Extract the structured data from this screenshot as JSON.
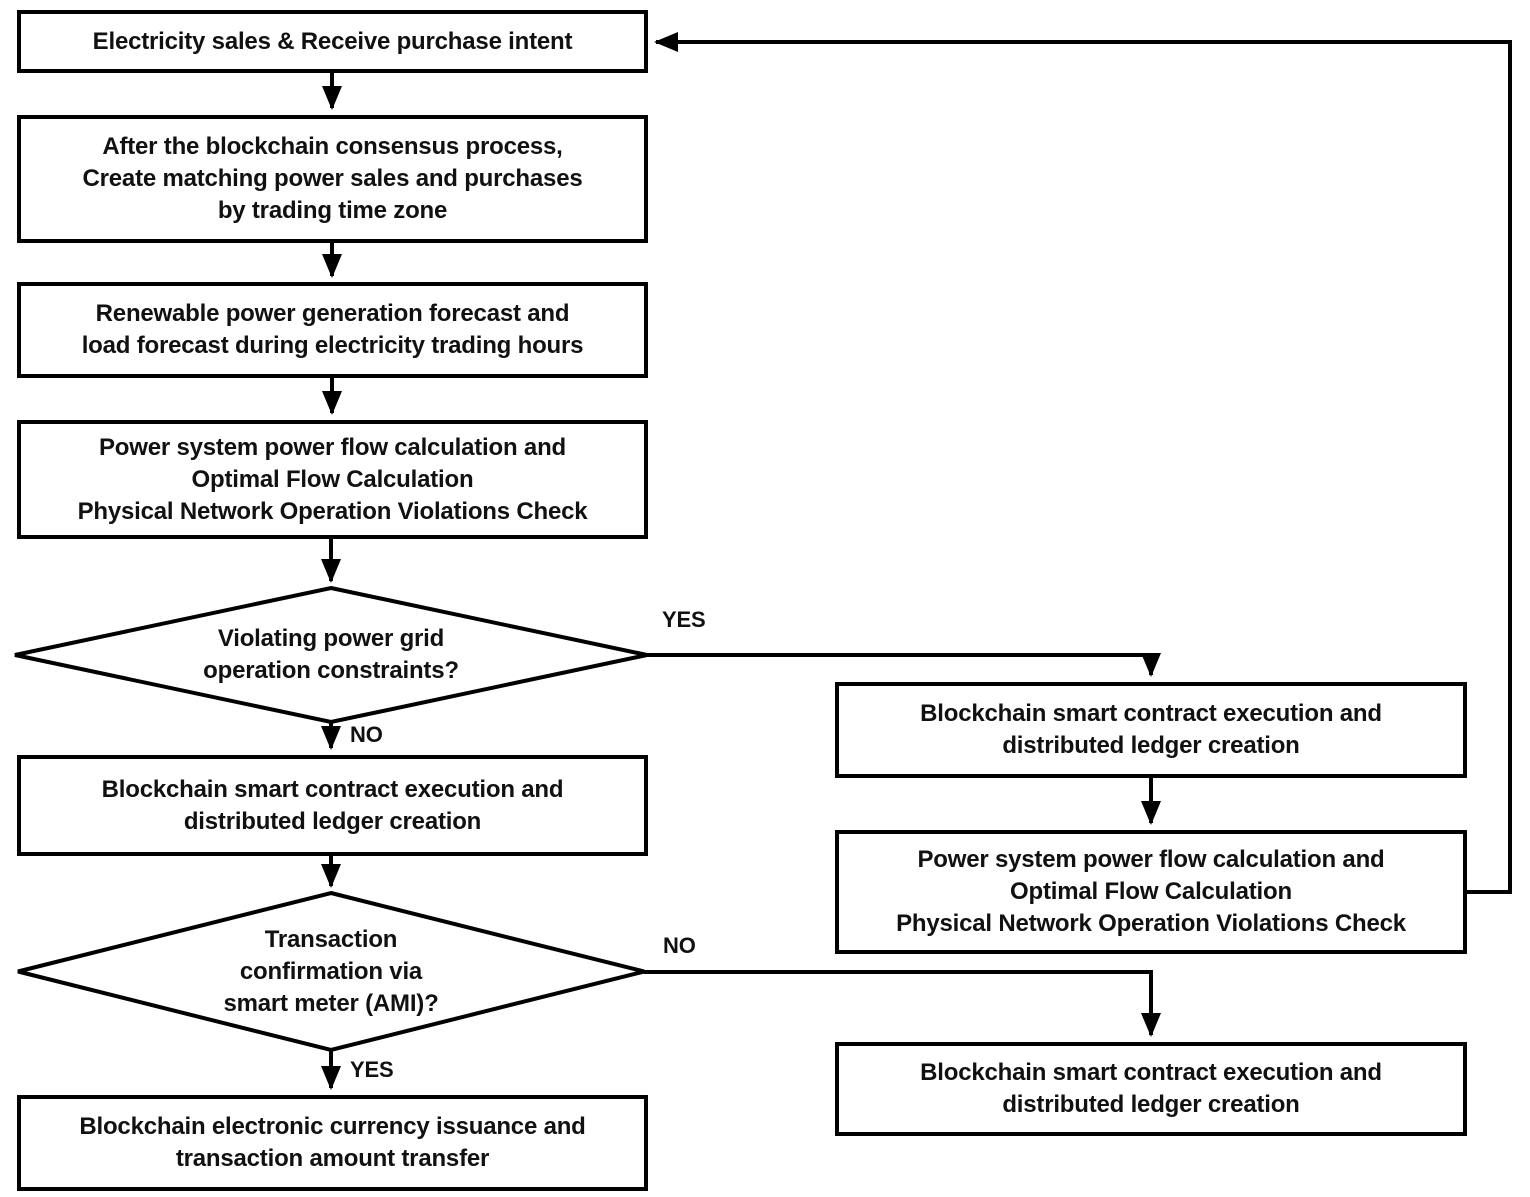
{
  "colors": {
    "stroke": "#000000",
    "node_fill": "#ffffff",
    "text": "#111111"
  },
  "nodes": {
    "electricity_sales": {
      "type": "process",
      "label": "Electricity sales & Receive purchase intent"
    },
    "consensus_matching": {
      "type": "process",
      "label": "After the blockchain consensus process,\nCreate matching power sales and purchases\nby trading time zone"
    },
    "renewable_forecast": {
      "type": "process",
      "label": "Renewable power generation forecast and\nload forecast during electricity trading hours"
    },
    "power_flow_left": {
      "type": "process",
      "label": "Power system power flow calculation and\nOptimal Flow Calculation\nPhysical Network Operation Violations Check"
    },
    "violation_decision": {
      "type": "decision",
      "label": "Violating power grid\noperation constraints?"
    },
    "smart_contract_left": {
      "type": "process",
      "label": "Blockchain smart contract execution and\ndistributed ledger creation"
    },
    "ami_decision": {
      "type": "decision",
      "label": "Transaction\nconfirmation via\nsmart meter (AMI)?"
    },
    "currency_issuance": {
      "type": "process",
      "label": "Blockchain electronic currency issuance and\ntransaction amount transfer"
    },
    "smart_contract_right_top": {
      "type": "process",
      "label": "Blockchain smart contract execution and\ndistributed ledger creation"
    },
    "power_flow_right": {
      "type": "process",
      "label": "Power system power flow calculation and\nOptimal Flow Calculation\nPhysical Network Operation Violations Check"
    },
    "smart_contract_right_bottom": {
      "type": "process",
      "label": "Blockchain smart contract execution and\ndistributed ledger creation"
    }
  },
  "edge_labels": {
    "violation_yes": "YES",
    "violation_no": "NO",
    "ami_no": "NO",
    "ami_yes": "YES"
  }
}
